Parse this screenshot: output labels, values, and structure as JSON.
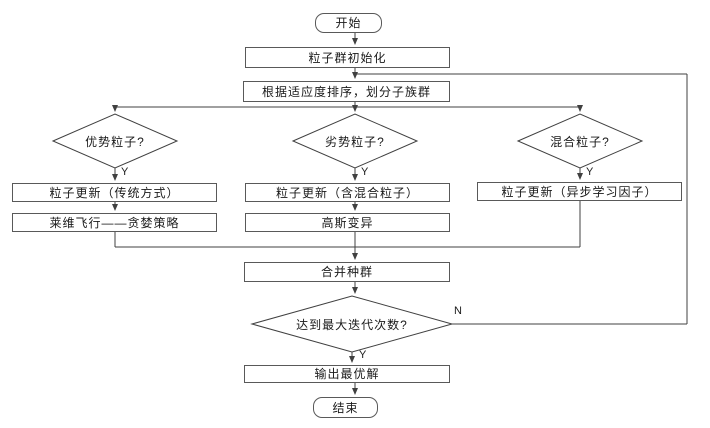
{
  "diagram": {
    "type": "flowchart",
    "language": "zh-CN",
    "nodes": {
      "start": {
        "label": "开始",
        "shape": "terminator"
      },
      "init": {
        "label": "粒子群初始化",
        "shape": "process"
      },
      "sort": {
        "label": "根据适应度排序，划分子族群",
        "shape": "process"
      },
      "d_elite": {
        "label": "优势粒子?",
        "shape": "decision"
      },
      "d_inferior": {
        "label": "劣势粒子?",
        "shape": "decision"
      },
      "d_mixed": {
        "label": "混合粒子?",
        "shape": "decision"
      },
      "update_traditional": {
        "label": "粒子更新（传统方式）",
        "shape": "process"
      },
      "levy_greedy": {
        "label": "莱维飞行——贪婪策略",
        "shape": "process"
      },
      "update_mixed": {
        "label": "粒子更新（含混合粒子）",
        "shape": "process"
      },
      "gaussian_mutation": {
        "label": "高斯变异",
        "shape": "process"
      },
      "update_async": {
        "label": "粒子更新（异步学习因子）",
        "shape": "process"
      },
      "merge": {
        "label": "合并种群",
        "shape": "process"
      },
      "d_max_iter": {
        "label": "达到最大迭代次数?",
        "shape": "decision"
      },
      "output": {
        "label": "输出最优解",
        "shape": "process"
      },
      "end": {
        "label": "结束",
        "shape": "terminator"
      }
    },
    "edge_labels": {
      "yes": "Y",
      "no": "N"
    },
    "colors": {
      "background": "#ffffff",
      "line": "#404040",
      "node_border": "#595959",
      "node_fill": "#ffffff",
      "text": "#1a1a1a"
    }
  }
}
